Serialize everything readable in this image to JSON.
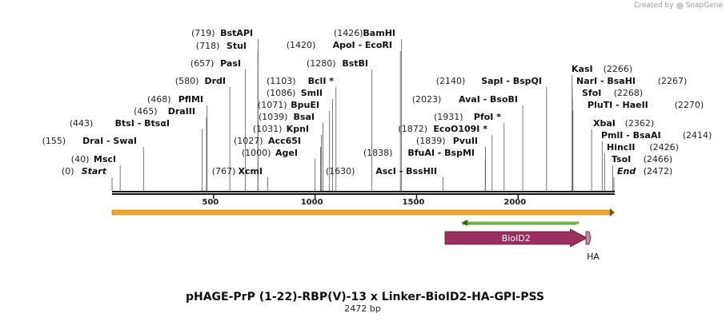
{
  "credit": {
    "text": "Created by",
    "brand": "SnapGene"
  },
  "title": "pHAGE-PrP (1-22)-RBP(V)-13 x Linker-BioID2-HA-GPI-PSS",
  "subtitle": "2472 bp",
  "sequence_length": 2472,
  "scale_ticks": [
    500,
    1000,
    1500,
    2000
  ],
  "colors": {
    "backbone": "#111111",
    "orange_feature": "#f5a623",
    "green_primer": "#6abe3f",
    "bioid2": "#9b2f5e",
    "ha": "#c9889d"
  },
  "features": [
    {
      "name": "BioID2",
      "start": 1640,
      "end": 2340,
      "direction": "forward",
      "label_inside": true
    },
    {
      "name": "HA",
      "start": 2340,
      "end": 2368,
      "direction": "forward",
      "label_inside": false
    }
  ],
  "primer": {
    "start": 1720,
    "end": 2300,
    "direction": "reverse"
  },
  "orange_span": {
    "start": 1,
    "end": 2472
  },
  "left_sites": [
    {
      "pos": "(0)",
      "name": "Start",
      "italic": true,
      "loc": 0
    },
    {
      "pos": "(40)",
      "name": "MscI",
      "loc": 40
    },
    {
      "pos": "(155)",
      "name": "DraI  - SwaI",
      "loc": 155
    },
    {
      "pos": "(443)",
      "name": "BtsI  - BtsαI",
      "loc": 443
    },
    {
      "pos": "(465)",
      "name": "DraIII",
      "loc": 465
    },
    {
      "pos": "(468)",
      "name": "PflMI",
      "loc": 468
    },
    {
      "pos": "(580)",
      "name": "DrdI",
      "loc": 580
    },
    {
      "pos": "(657)",
      "name": "PasI",
      "loc": 657
    },
    {
      "pos": "(718)",
      "name": "StuI",
      "loc": 718
    },
    {
      "pos": "(719)",
      "name": "BstAPI",
      "loc": 719
    },
    {
      "pos": "(767)",
      "name": "XcmI",
      "loc": 767
    },
    {
      "pos": "(1000)",
      "name": "AgeI",
      "loc": 1000
    },
    {
      "pos": "(1027)",
      "name": "Acc65I",
      "loc": 1027
    },
    {
      "pos": "(1031)",
      "name": "KpnI",
      "loc": 1031
    },
    {
      "pos": "(1039)",
      "name": "BsaI",
      "loc": 1039
    },
    {
      "pos": "(1071)",
      "name": "BpuEI",
      "loc": 1071
    },
    {
      "pos": "(1086)",
      "name": "SmlI",
      "loc": 1086
    },
    {
      "pos": "(1103)",
      "name": "BclI *",
      "loc": 1103
    },
    {
      "pos": "(1420)",
      "name": "ApoI  - EcoRI",
      "loc": 1420
    },
    {
      "pos": "(1426)",
      "name": "BamHI",
      "loc": 1426
    },
    {
      "pos": "(1280)",
      "name": "BstBI",
      "loc": 1280
    },
    {
      "pos": "(1630)",
      "name": "AscI  - BssHII",
      "loc": 1630
    },
    {
      "pos": "(1838)",
      "name": "BfuAI  - BspMI",
      "loc": 1838
    },
    {
      "pos": "(1839)",
      "name": "PvuII",
      "loc": 1839
    },
    {
      "pos": "(1872)",
      "name": "EcoO109I *",
      "loc": 1872
    },
    {
      "pos": "(1931)",
      "name": "PfoI *",
      "loc": 1931
    },
    {
      "pos": "(2023)",
      "name": "AvaI  - BsoBI",
      "loc": 2023
    },
    {
      "pos": "(2140)",
      "name": "SapI  - BspQI",
      "loc": 2140
    }
  ],
  "right_sites": [
    {
      "name": "KasI",
      "pos": "(2266)",
      "loc": 2266
    },
    {
      "name": "NarI  - BsaHI",
      "pos": "(2267)",
      "loc": 2267
    },
    {
      "name": "SfoI",
      "pos": "(2268)",
      "loc": 2268
    },
    {
      "name": "PluTI  - HaeII",
      "pos": "(2270)",
      "loc": 2270
    },
    {
      "name": "XbaI",
      "pos": "(2362)",
      "loc": 2362
    },
    {
      "name": "PmlI  - BsaAI",
      "pos": "(2414)",
      "loc": 2414
    },
    {
      "name": "HincII",
      "pos": "(2426)",
      "loc": 2426
    },
    {
      "name": "TsoI",
      "pos": "(2466)",
      "loc": 2466
    },
    {
      "name": "End",
      "pos": "(2472)",
      "italic": true,
      "loc": 2472
    }
  ]
}
